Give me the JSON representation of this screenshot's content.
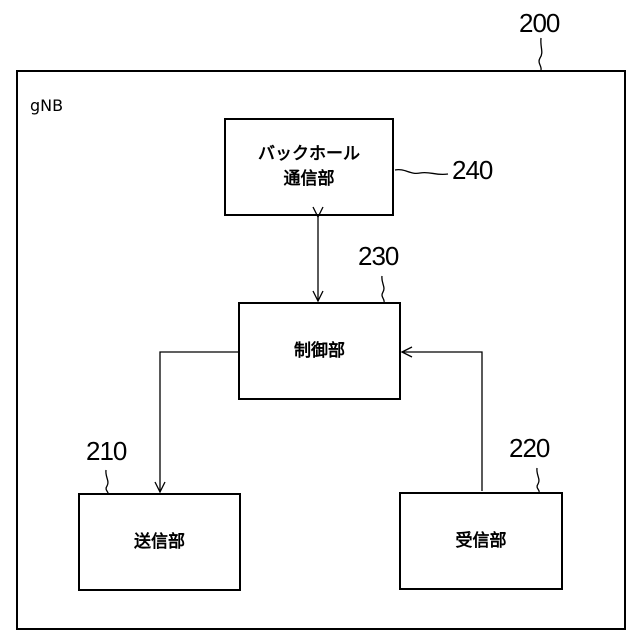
{
  "diagram": {
    "outer_ref": "200",
    "outer_label": "gNB",
    "blocks": [
      {
        "id": "backhaul",
        "label": "バックホール\n通信部",
        "ref": "240"
      },
      {
        "id": "control",
        "label": "制御部",
        "ref": "230"
      },
      {
        "id": "transmit",
        "label": "送信部",
        "ref": "210"
      },
      {
        "id": "receive",
        "label": "受信部",
        "ref": "220"
      }
    ],
    "connections": [
      {
        "from": "backhaul",
        "to": "control",
        "type": "bidirectional"
      },
      {
        "from": "control",
        "to": "transmit",
        "type": "arrow"
      },
      {
        "from": "receive",
        "to": "control",
        "type": "arrow"
      }
    ]
  }
}
